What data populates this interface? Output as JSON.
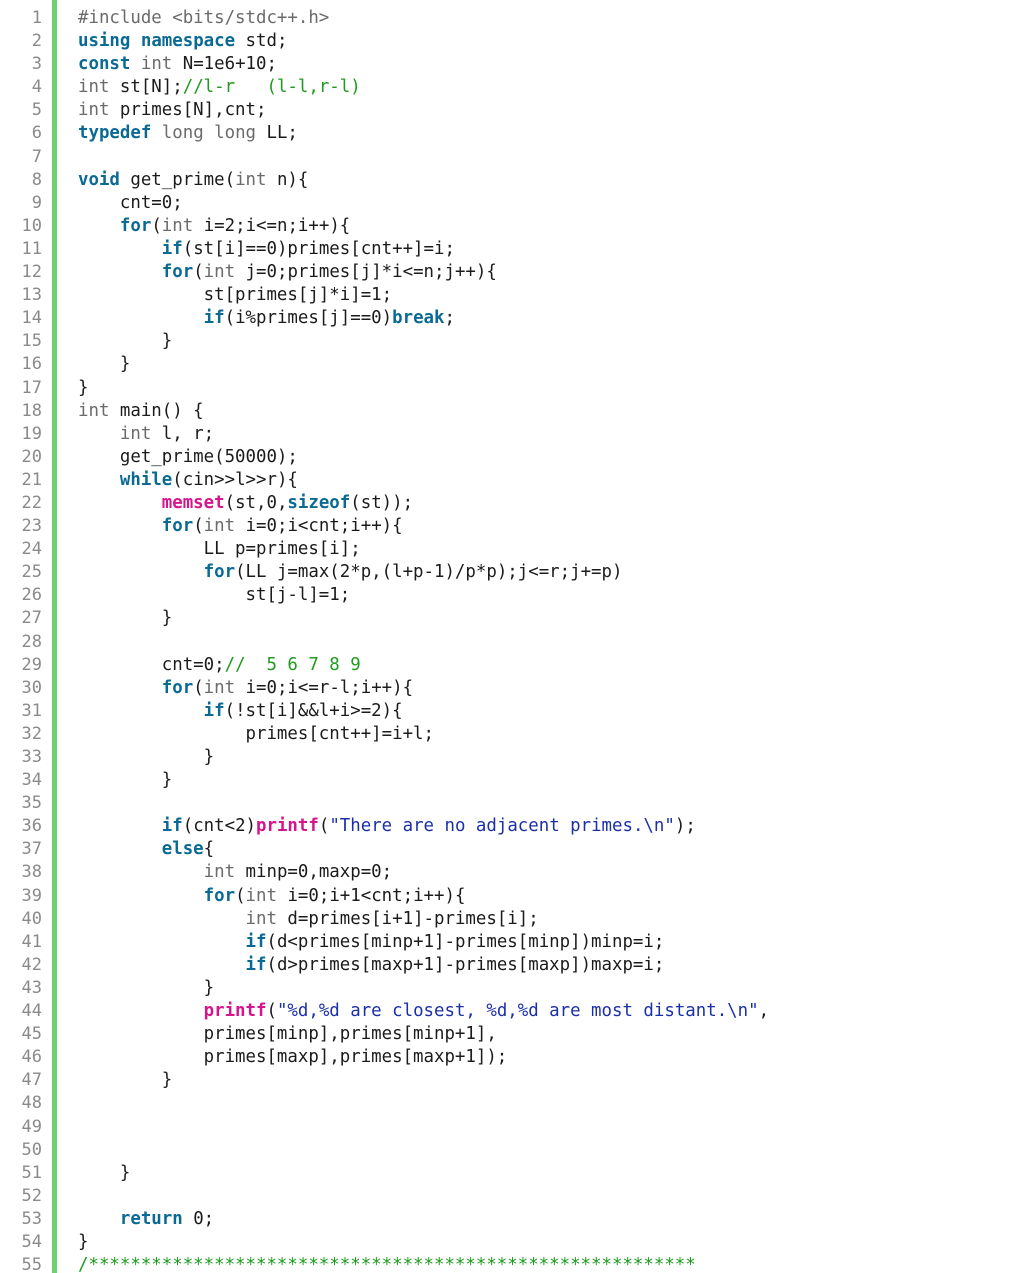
{
  "editor": {
    "colors": {
      "keyword": "#0a6a93",
      "type": "#6b6b6b",
      "builtin": "#d6158d",
      "string": "#1b2fa8",
      "comment": "#1f9a1f",
      "gutter_bar": "#6fd16f",
      "line_number": "#8a8a8a"
    },
    "lines": [
      [
        {
          "t": "pp",
          "v": "#include <bits/stdc++.h>"
        }
      ],
      [
        {
          "t": "kw",
          "v": "using"
        },
        {
          "t": "",
          "v": " "
        },
        {
          "t": "kw",
          "v": "namespace"
        },
        {
          "t": "",
          "v": " std;"
        }
      ],
      [
        {
          "t": "kw",
          "v": "const"
        },
        {
          "t": "",
          "v": " "
        },
        {
          "t": "ty",
          "v": "int"
        },
        {
          "t": "",
          "v": " N=1e6+10;"
        }
      ],
      [
        {
          "t": "ty",
          "v": "int"
        },
        {
          "t": "",
          "v": " st[N];"
        },
        {
          "t": "cm",
          "v": "//l-r   (l-l,r-l)"
        }
      ],
      [
        {
          "t": "ty",
          "v": "int"
        },
        {
          "t": "",
          "v": " primes[N],cnt;"
        }
      ],
      [
        {
          "t": "kw",
          "v": "typedef"
        },
        {
          "t": "",
          "v": " "
        },
        {
          "t": "ty",
          "v": "long long"
        },
        {
          "t": "",
          "v": " LL;"
        }
      ],
      [
        {
          "t": "",
          "v": ""
        }
      ],
      [
        {
          "t": "kw",
          "v": "void"
        },
        {
          "t": "",
          "v": " get_prime("
        },
        {
          "t": "ty",
          "v": "int"
        },
        {
          "t": "",
          "v": " n){"
        }
      ],
      [
        {
          "t": "",
          "v": "    cnt=0;"
        }
      ],
      [
        {
          "t": "",
          "v": "    "
        },
        {
          "t": "kw",
          "v": "for"
        },
        {
          "t": "",
          "v": "("
        },
        {
          "t": "ty",
          "v": "int"
        },
        {
          "t": "",
          "v": " i=2;i<=n;i++){"
        }
      ],
      [
        {
          "t": "",
          "v": "        "
        },
        {
          "t": "kw",
          "v": "if"
        },
        {
          "t": "",
          "v": "(st[i]==0)primes[cnt++]=i;"
        }
      ],
      [
        {
          "t": "",
          "v": "        "
        },
        {
          "t": "kw",
          "v": "for"
        },
        {
          "t": "",
          "v": "("
        },
        {
          "t": "ty",
          "v": "int"
        },
        {
          "t": "",
          "v": " j=0;primes[j]*i<=n;j++){"
        }
      ],
      [
        {
          "t": "",
          "v": "            st[primes[j]*i]=1;"
        }
      ],
      [
        {
          "t": "",
          "v": "            "
        },
        {
          "t": "kw",
          "v": "if"
        },
        {
          "t": "",
          "v": "(i%primes[j]==0)"
        },
        {
          "t": "kw",
          "v": "break"
        },
        {
          "t": "",
          "v": ";"
        }
      ],
      [
        {
          "t": "",
          "v": "        }"
        }
      ],
      [
        {
          "t": "",
          "v": "    }"
        }
      ],
      [
        {
          "t": "",
          "v": "}"
        }
      ],
      [
        {
          "t": "ty",
          "v": "int"
        },
        {
          "t": "",
          "v": " main() {"
        }
      ],
      [
        {
          "t": "",
          "v": "    "
        },
        {
          "t": "ty",
          "v": "int"
        },
        {
          "t": "",
          "v": " l, r;"
        }
      ],
      [
        {
          "t": "",
          "v": "    get_prime(50000);"
        }
      ],
      [
        {
          "t": "",
          "v": "    "
        },
        {
          "t": "kw",
          "v": "while"
        },
        {
          "t": "",
          "v": "(cin>>l>>r){"
        }
      ],
      [
        {
          "t": "",
          "v": "        "
        },
        {
          "t": "fn",
          "v": "memset"
        },
        {
          "t": "",
          "v": "(st,0,"
        },
        {
          "t": "kw",
          "v": "sizeof"
        },
        {
          "t": "",
          "v": "(st));"
        }
      ],
      [
        {
          "t": "",
          "v": "        "
        },
        {
          "t": "kw",
          "v": "for"
        },
        {
          "t": "",
          "v": "("
        },
        {
          "t": "ty",
          "v": "int"
        },
        {
          "t": "",
          "v": " i=0;i<cnt;i++){"
        }
      ],
      [
        {
          "t": "",
          "v": "            LL p=primes[i];"
        }
      ],
      [
        {
          "t": "",
          "v": "            "
        },
        {
          "t": "kw",
          "v": "for"
        },
        {
          "t": "",
          "v": "(LL j=max(2*p,(l+p-1)/p*p);j<=r;j+=p)"
        }
      ],
      [
        {
          "t": "",
          "v": "                st[j-l]=1;"
        }
      ],
      [
        {
          "t": "",
          "v": "        }"
        }
      ],
      [
        {
          "t": "",
          "v": ""
        }
      ],
      [
        {
          "t": "",
          "v": "        cnt=0;"
        },
        {
          "t": "cm",
          "v": "//  5 6 7 8 9"
        }
      ],
      [
        {
          "t": "",
          "v": "        "
        },
        {
          "t": "kw",
          "v": "for"
        },
        {
          "t": "",
          "v": "("
        },
        {
          "t": "ty",
          "v": "int"
        },
        {
          "t": "",
          "v": " i=0;i<=r-l;i++){"
        }
      ],
      [
        {
          "t": "",
          "v": "            "
        },
        {
          "t": "kw",
          "v": "if"
        },
        {
          "t": "",
          "v": "(!st[i]&&l+i>=2){"
        }
      ],
      [
        {
          "t": "",
          "v": "                primes[cnt++]=i+l;"
        }
      ],
      [
        {
          "t": "",
          "v": "            }"
        }
      ],
      [
        {
          "t": "",
          "v": "        }"
        }
      ],
      [
        {
          "t": "",
          "v": ""
        }
      ],
      [
        {
          "t": "",
          "v": "        "
        },
        {
          "t": "kw",
          "v": "if"
        },
        {
          "t": "",
          "v": "(cnt<2)"
        },
        {
          "t": "fn",
          "v": "printf"
        },
        {
          "t": "",
          "v": "("
        },
        {
          "t": "str",
          "v": "\"There are no adjacent primes.\\n\""
        },
        {
          "t": "",
          "v": ");"
        }
      ],
      [
        {
          "t": "",
          "v": "        "
        },
        {
          "t": "kw",
          "v": "else"
        },
        {
          "t": "",
          "v": "{"
        }
      ],
      [
        {
          "t": "",
          "v": "            "
        },
        {
          "t": "ty",
          "v": "int"
        },
        {
          "t": "",
          "v": " minp=0,maxp=0;"
        }
      ],
      [
        {
          "t": "",
          "v": "            "
        },
        {
          "t": "kw",
          "v": "for"
        },
        {
          "t": "",
          "v": "("
        },
        {
          "t": "ty",
          "v": "int"
        },
        {
          "t": "",
          "v": " i=0;i+1<cnt;i++){"
        }
      ],
      [
        {
          "t": "",
          "v": "                "
        },
        {
          "t": "ty",
          "v": "int"
        },
        {
          "t": "",
          "v": " d=primes[i+1]-primes[i];"
        }
      ],
      [
        {
          "t": "",
          "v": "                "
        },
        {
          "t": "kw",
          "v": "if"
        },
        {
          "t": "",
          "v": "(d<primes[minp+1]-primes[minp])minp=i;"
        }
      ],
      [
        {
          "t": "",
          "v": "                "
        },
        {
          "t": "kw",
          "v": "if"
        },
        {
          "t": "",
          "v": "(d>primes[maxp+1]-primes[maxp])maxp=i;"
        }
      ],
      [
        {
          "t": "",
          "v": "            }"
        }
      ],
      [
        {
          "t": "",
          "v": "            "
        },
        {
          "t": "fn",
          "v": "printf"
        },
        {
          "t": "",
          "v": "("
        },
        {
          "t": "str",
          "v": "\"%d,%d are closest, %d,%d are most distant.\\n\""
        },
        {
          "t": "",
          "v": ","
        }
      ],
      [
        {
          "t": "",
          "v": "            primes[minp],primes[minp+1],"
        }
      ],
      [
        {
          "t": "",
          "v": "            primes[maxp],primes[maxp+1]);"
        }
      ],
      [
        {
          "t": "",
          "v": "        }"
        }
      ],
      [
        {
          "t": "",
          "v": ""
        }
      ],
      [
        {
          "t": "",
          "v": ""
        }
      ],
      [
        {
          "t": "",
          "v": ""
        }
      ],
      [
        {
          "t": "",
          "v": "    }"
        }
      ],
      [
        {
          "t": "",
          "v": ""
        }
      ],
      [
        {
          "t": "",
          "v": "    "
        },
        {
          "t": "kw",
          "v": "return"
        },
        {
          "t": "",
          "v": " 0;"
        }
      ],
      [
        {
          "t": "",
          "v": "}"
        }
      ],
      [
        {
          "t": "cm",
          "v": "/**********************************************************"
        }
      ]
    ]
  }
}
